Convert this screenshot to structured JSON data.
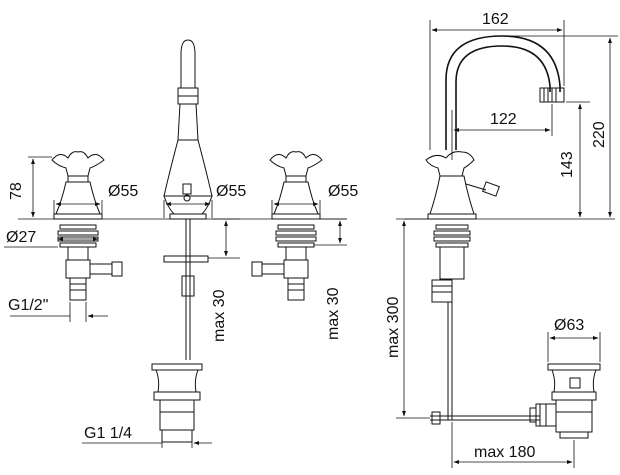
{
  "colors": {
    "line": "#111111",
    "background": "#ffffff"
  },
  "front_view": {
    "dim_height_handle": "78",
    "dim_diameter_left_handle": "Ø55",
    "dim_diameter_spout": "Ø55",
    "dim_diameter_right_handle": "Ø55",
    "dim_diameter_thread": "Ø27",
    "dim_thread_inlet": "G1/2\"",
    "dim_max_30_center": "max 30",
    "dim_max_30_right": "max 30",
    "dim_thread_drain": "G1 1/4"
  },
  "side_view": {
    "dim_spout_reach": "162",
    "dim_spout_projection": "122",
    "dim_spout_outlet_height": "143",
    "dim_total_height": "220",
    "dim_max_300": "max 300",
    "dim_drain_diameter": "Ø63",
    "dim_max_180": "max 180"
  }
}
